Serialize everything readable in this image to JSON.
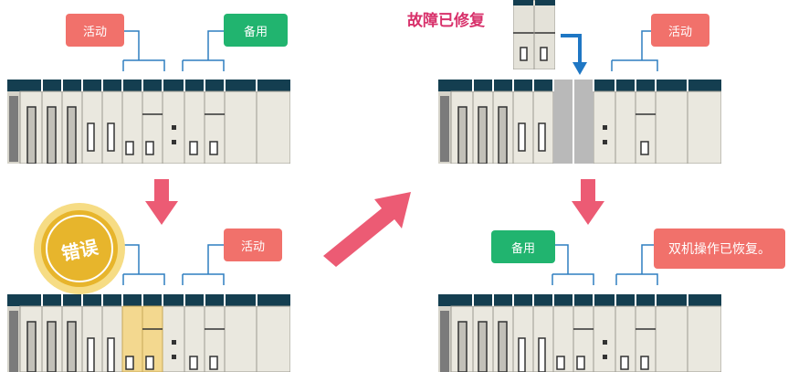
{
  "panel_top_left": {
    "label_left": "活动",
    "label_right": "备用"
  },
  "panel_bottom_left": {
    "badge": "错误",
    "label_right": "活动"
  },
  "panel_top_right": {
    "caption": "故障已修复",
    "label_right": "活动"
  },
  "panel_bottom_right": {
    "label_left": "备用",
    "label_right": "双机操作已恢复。"
  },
  "colors": {
    "active_red": "#f1716b",
    "standby_green": "#21b46f",
    "connector_blue": "#2f7fc0",
    "arrow_pink": "#ec5b74",
    "rack_top": "#143e50",
    "module_body": "#eae8df",
    "error_yellow": "#f3d88f",
    "badge_gold": "#e7b52c",
    "caption_pink": "#d8316b",
    "repair_arrow_blue": "#1f77c4"
  }
}
